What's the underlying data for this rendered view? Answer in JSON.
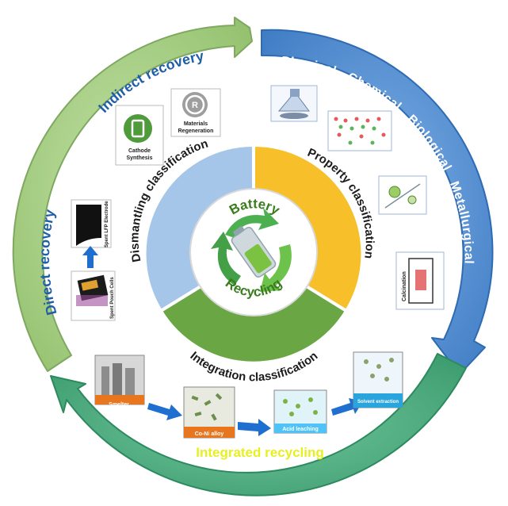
{
  "center": {
    "line1": "Battery",
    "line2": "Recycling"
  },
  "inner_ring": {
    "dismantling": "Dismantling classification",
    "property": "Property classification",
    "integration": "Integration classification"
  },
  "outer_ring": {
    "direct_recovery": "Direct recovery",
    "indirect_recovery": "Indirect recovery",
    "physical": "Physical",
    "chemical": "Chemical",
    "biological": "Biological",
    "metallurgical": "Metallurgical",
    "integrated_recycling": "Integrated recycling"
  },
  "image_labels": {
    "cathode_synthesis_1": "Cathode",
    "cathode_synthesis_2": "Synthesis",
    "materials_regeneration_1": "Materials",
    "materials_regeneration_2": "Regeneration",
    "spent_lfp_electrode": "Spent LFP Electrode",
    "spent_pouch_cells": "Spent Pouch Cells",
    "calcination": "Calcination",
    "smelter": "Smelter",
    "co_ni_alloy": "Co-Ni alloy",
    "acid_leaching": "Acid leaching",
    "solvent_extraction": "Solvent extraction"
  },
  "colors": {
    "green_ring": "#a9cf8a",
    "green_ring_edge": "#7fa860",
    "blue_ring": "#5b93d3",
    "blue_ring_edge": "#2f6bb3",
    "teal_ring": "#4fae82",
    "teal_ring_edge": "#2d8a5f",
    "inner_blue": "#a6c6e9",
    "inner_yellow": "#f7c02b",
    "inner_green": "#6aa744",
    "label_blue": "#1f5fa8",
    "label_yellow": "#e8ef1e"
  }
}
